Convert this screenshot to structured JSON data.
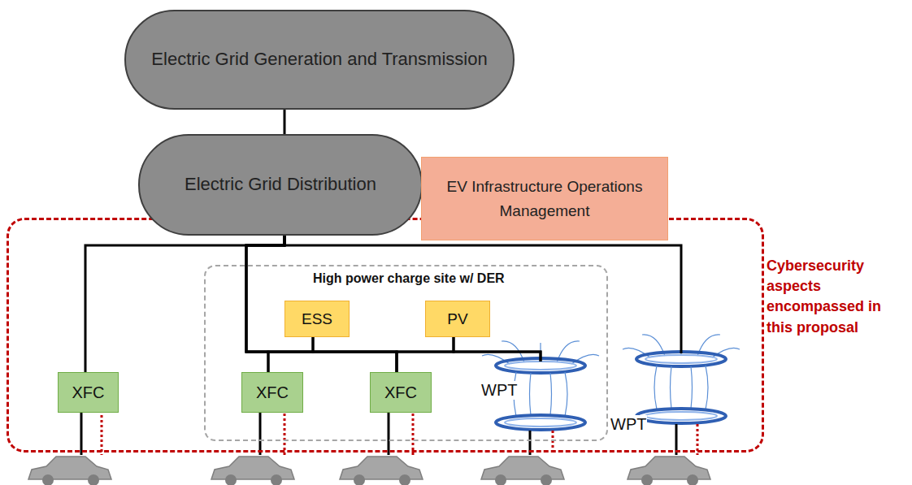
{
  "diagram": {
    "nodes": [
      {
        "text": [
          "Electric Grid Generation and Transmission"
        ]
      },
      {
        "text": [
          "Electric Grid Distribution"
        ]
      },
      {
        "text": [
          "EV Infrastructure Operations Management"
        ]
      },
      {
        "text": [
          "Cybersecurity aspects encompassed in this proposal"
        ]
      },
      {
        "text": [
          "High power charge site w/ DER"
        ],
        "in": 3
      },
      {
        "text": [
          "ESS"
        ],
        "in": 4
      },
      {
        "text": [
          "PV"
        ],
        "in": 4
      },
      {
        "text": [
          "XFC"
        ],
        "in": 3
      },
      {
        "text": [
          "XFC"
        ],
        "in": 4
      },
      {
        "text": [
          "XFC"
        ],
        "in": 4
      },
      {
        "text": [
          "WPT"
        ],
        "in": 4
      },
      {
        "text": [
          "WPT"
        ],
        "in": 3
      }
    ],
    "edges": [
      {
        "from": 0,
        "to": 1,
        "arrow": "none"
      },
      {
        "from": 1,
        "to": 7,
        "arrow": "none"
      },
      {
        "from": 1,
        "to": 8,
        "arrow": "none"
      },
      {
        "from": 1,
        "to": 9,
        "arrow": "none"
      },
      {
        "from": 1,
        "to": 10,
        "arrow": "none"
      },
      {
        "from": 1,
        "to": 11,
        "arrow": "none"
      },
      {
        "from": 5,
        "to": 8,
        "arrow": "none"
      },
      {
        "from": 5,
        "to": 9,
        "arrow": "none"
      },
      {
        "from": 6,
        "to": 9,
        "arrow": "none"
      },
      {
        "from": 6,
        "to": 10,
        "arrow": "none"
      }
    ]
  }
}
